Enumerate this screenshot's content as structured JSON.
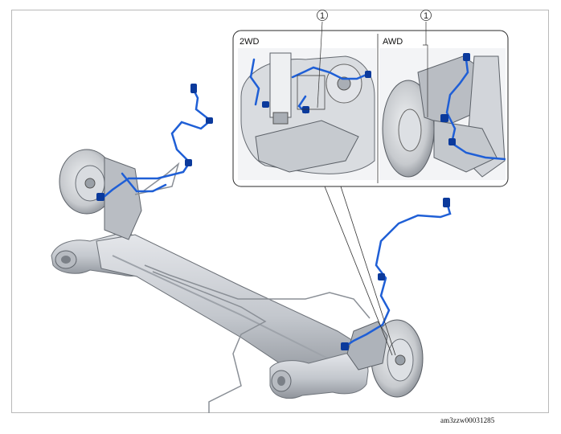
{
  "figure": {
    "reference_code": "am3zzw00031285",
    "insets": [
      {
        "label": "2WD",
        "callout": "1"
      },
      {
        "label": "AWD",
        "callout": "1"
      }
    ]
  },
  "colors": {
    "sensor_wire": "#1f5fd6",
    "sensor_wire_dark": "#0b3a9c",
    "axle_metal": "#c9ccd1",
    "axle_shadow": "#8d9198",
    "line_art": "#3a3a3a",
    "frame_border": "#b9b9b9"
  },
  "icons": {
    "callout_marker": "circled-number-icon"
  }
}
